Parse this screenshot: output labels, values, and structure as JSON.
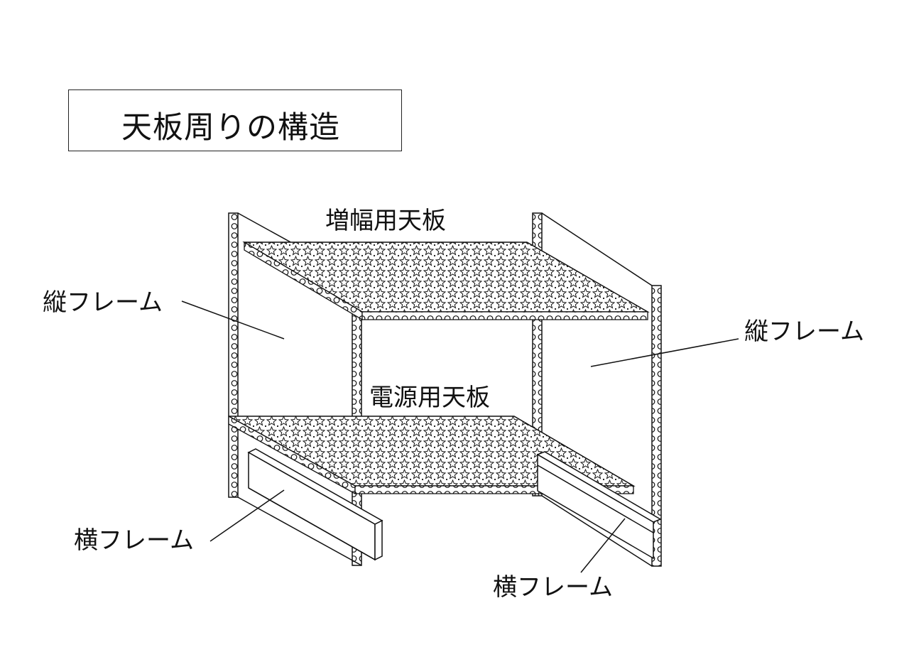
{
  "title": "天板周りの構造",
  "labels": {
    "amp_top_plate": "増幅用天板",
    "power_top_plate": "電源用天板",
    "vertical_frame_left": "縦フレーム",
    "vertical_frame_right": "縦フレーム",
    "horizontal_frame_left": "横フレーム",
    "horizontal_frame_right": "横フレーム"
  },
  "colors": {
    "line": "#111111",
    "background": "#ffffff"
  }
}
